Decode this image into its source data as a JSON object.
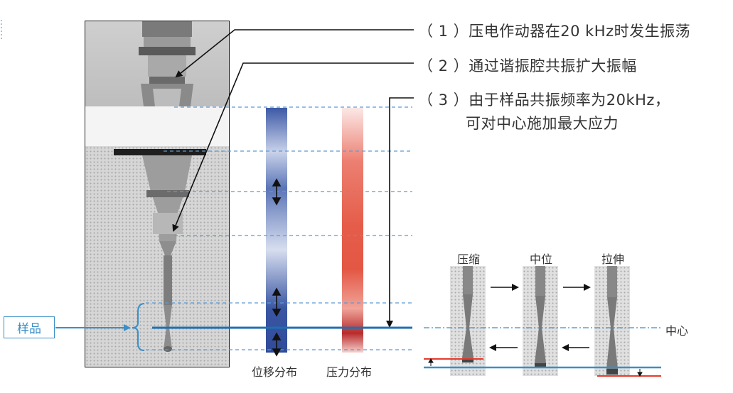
{
  "annotations": [
    {
      "num": "（ 1 ）",
      "text": "压电作动器在20 kHz时发生振荡"
    },
    {
      "num": "（ 2 ）",
      "text": "通过谐振腔共振扩大振幅"
    },
    {
      "num": "（ 3 ）",
      "text": "由于样品共振频率为20kHz，",
      "text2": "可对中心施加最大应力"
    }
  ],
  "sample_label": "样品",
  "bars": {
    "displacement_label": "位移分布",
    "stress_label": "压力分布"
  },
  "stages": [
    "压缩",
    "中位",
    "拉伸"
  ],
  "center_label": "中心",
  "colors": {
    "accent_blue": "#3a8fc8",
    "displacement_blue": "#3c59a6",
    "stress_red": "#e55d4a",
    "dashed_line": "#5b9bd5",
    "marker_red": "#e53b2b"
  }
}
